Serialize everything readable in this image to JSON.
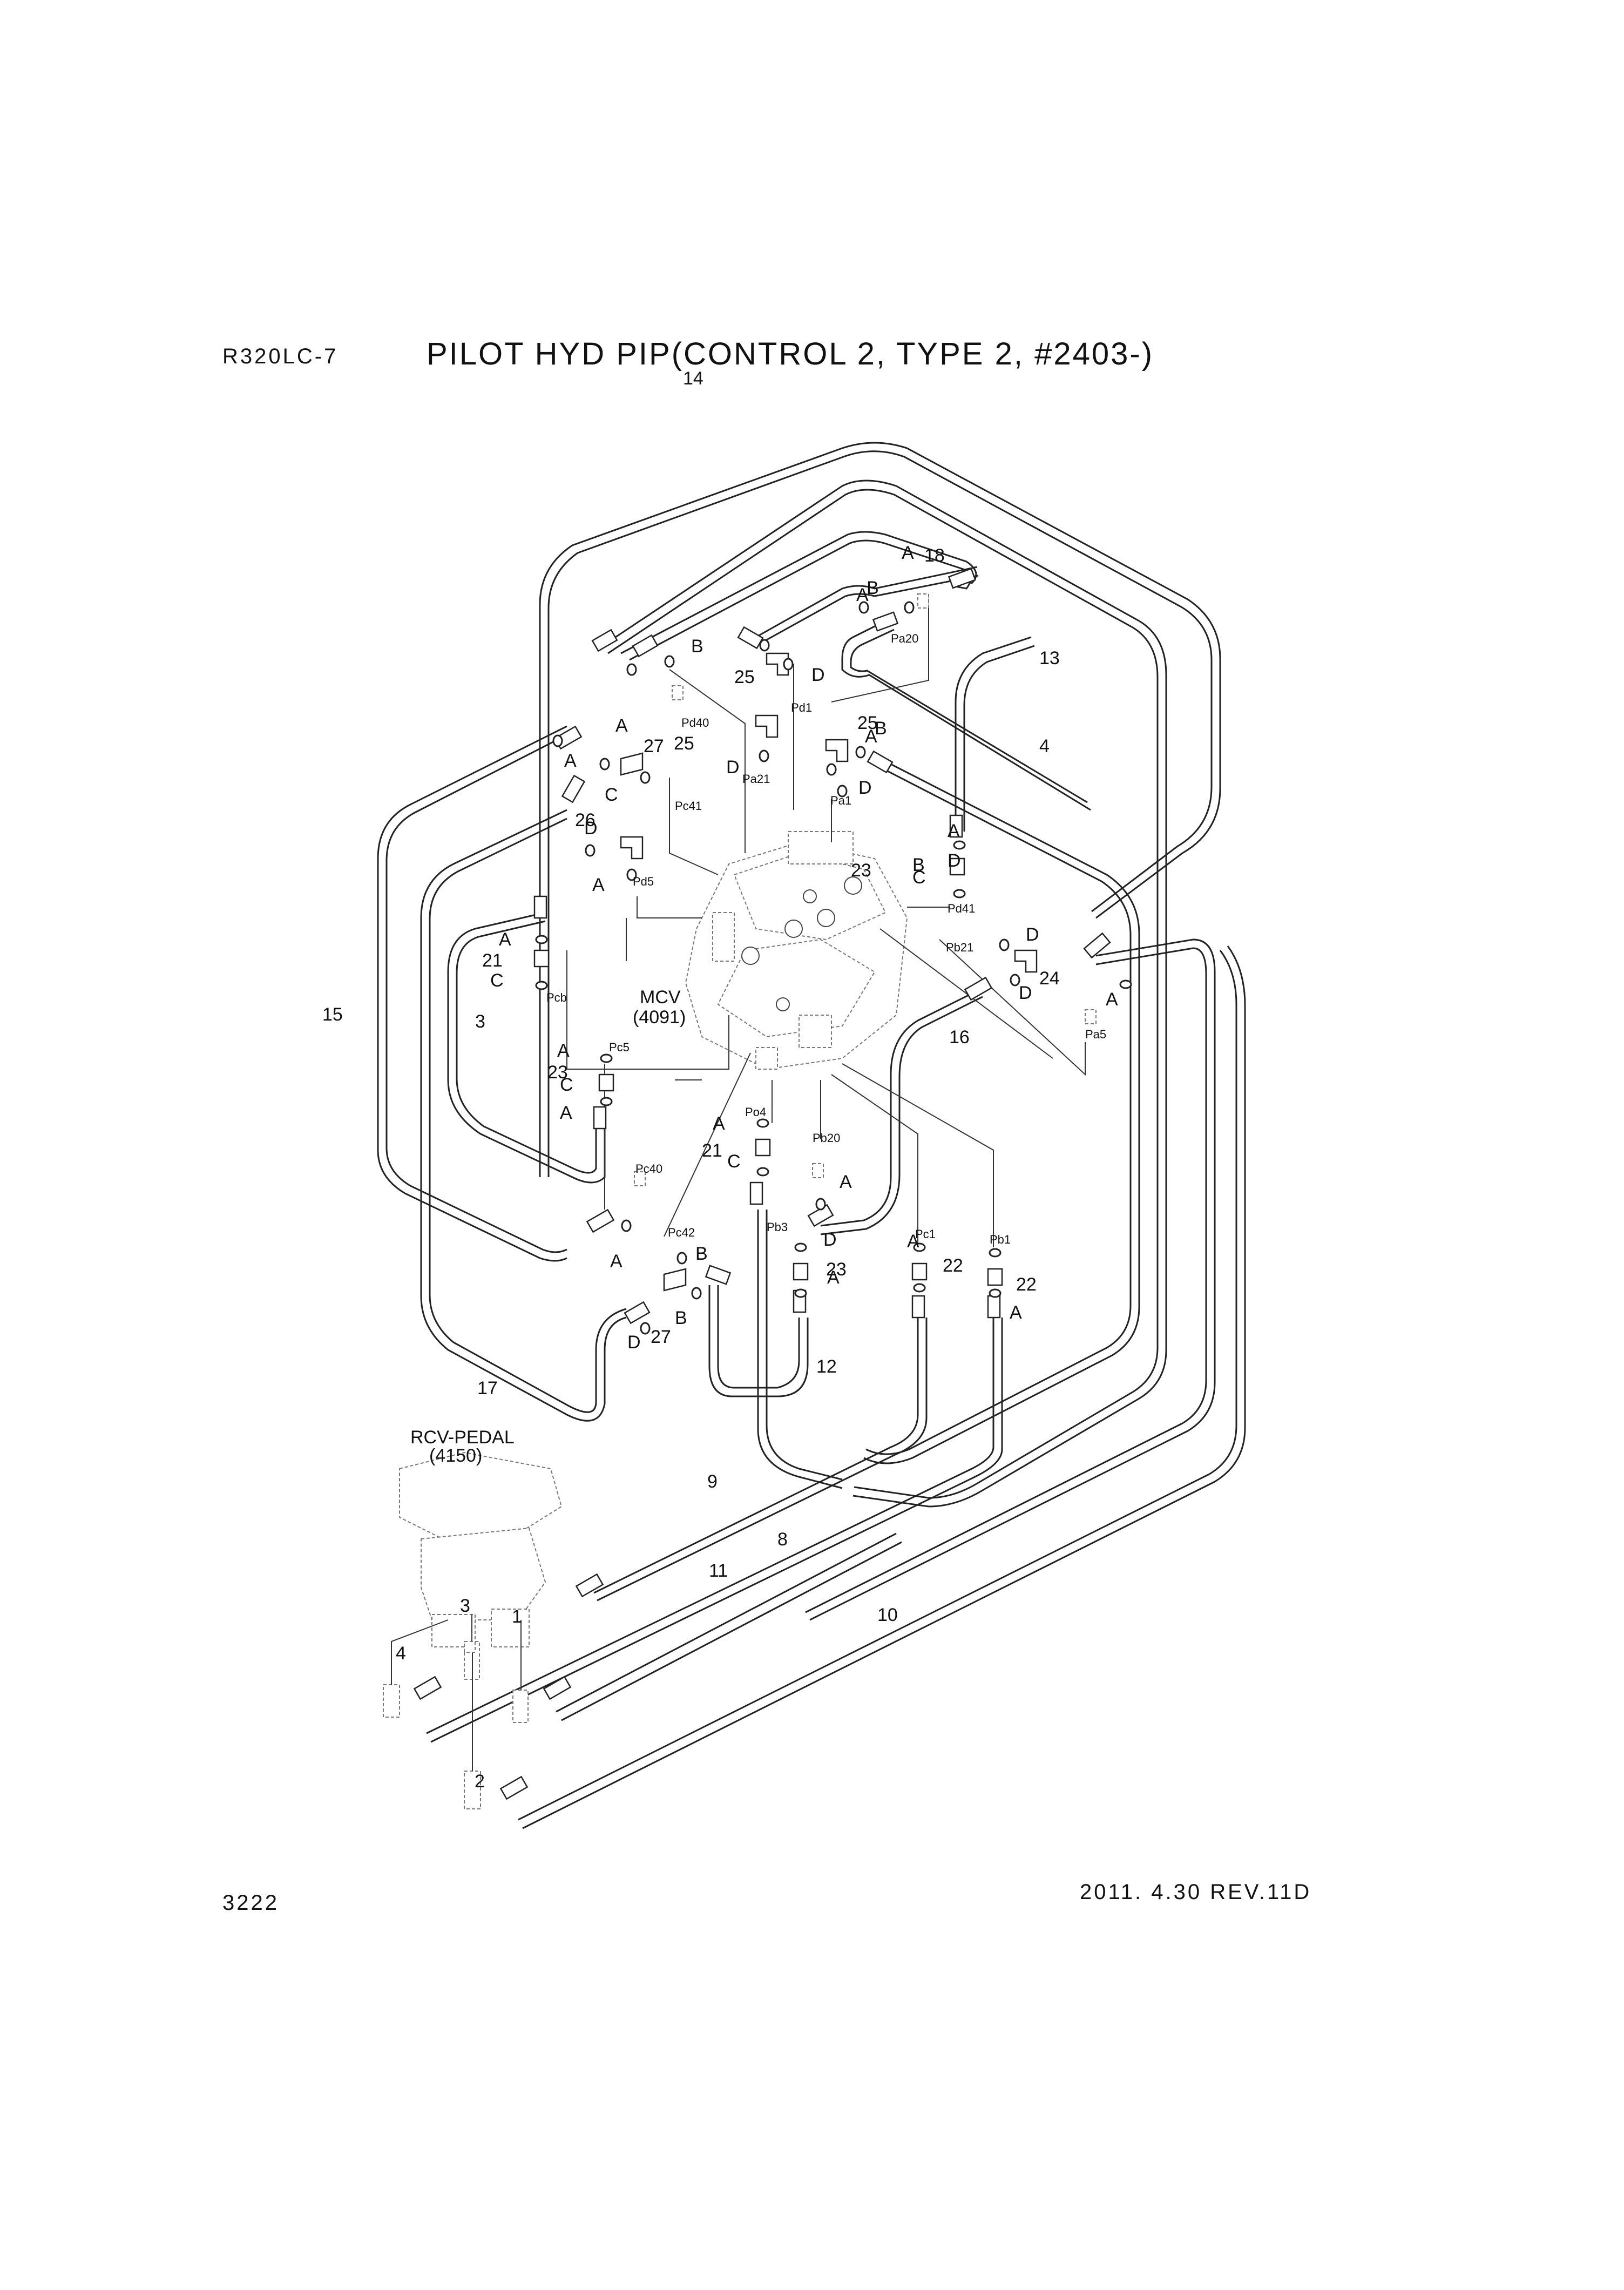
{
  "header": {
    "model": "R320LC-7",
    "title": "PILOT HYD PIP(CONTROL 2, TYPE 2, #2403-)"
  },
  "footer": {
    "page_number": "3222",
    "revision": "2011. 4.30  REV.11D"
  },
  "components": {
    "mcv_name": "MCV",
    "mcv_ref": "(4091)",
    "rcv_name": "RCV-PEDAL",
    "rcv_ref": "(4150)"
  },
  "part_numbers": [
    "14",
    "18",
    "13",
    "4",
    "25",
    "25",
    "25",
    "27",
    "26",
    "21",
    "24",
    "15",
    "3",
    "16",
    "23",
    "23",
    "21",
    "12",
    "23",
    "22",
    "22",
    "17",
    "27",
    "9",
    "11",
    "8",
    "10",
    "1",
    "2",
    "3",
    "4"
  ],
  "fitting_letters": [
    "A",
    "B",
    "B",
    "A",
    "B",
    "D",
    "D",
    "D",
    "A",
    "A",
    "C",
    "A",
    "D",
    "A",
    "C",
    "B",
    "D",
    "A",
    "D",
    "C",
    "A",
    "A",
    "D",
    "A",
    "C",
    "A",
    "A",
    "C",
    "A",
    "D",
    "A",
    "B",
    "D",
    "B",
    "A",
    "A",
    "A"
  ],
  "port_labels": [
    "Pa20",
    "Pd1",
    "Pd40",
    "Pa21",
    "Pc41",
    "Pa1",
    "Pd5",
    "Pd41",
    "Pb21",
    "Pcb",
    "Pc5",
    "Pa5",
    "Po4",
    "Pb20",
    "Pc40",
    "Pc42",
    "Pb3",
    "Pc1",
    "Pb1"
  ]
}
